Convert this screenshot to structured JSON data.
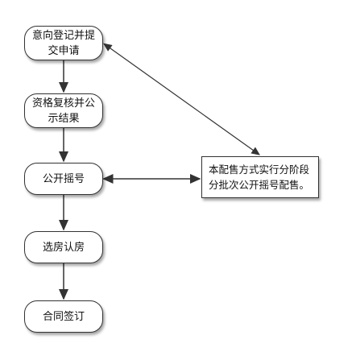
{
  "flow_steps": [
    {
      "label": "意向登记并提\n交申请"
    },
    {
      "label": "资格复核并公\n示结果"
    },
    {
      "label": "公开摇号"
    },
    {
      "label": "选房认房"
    },
    {
      "label": "合同签订"
    }
  ],
  "note": {
    "text": "本配售方式实行分阶段\n分批次公开摇号配售。"
  },
  "colors": {
    "stroke": "#333333",
    "background": "#ffffff"
  }
}
